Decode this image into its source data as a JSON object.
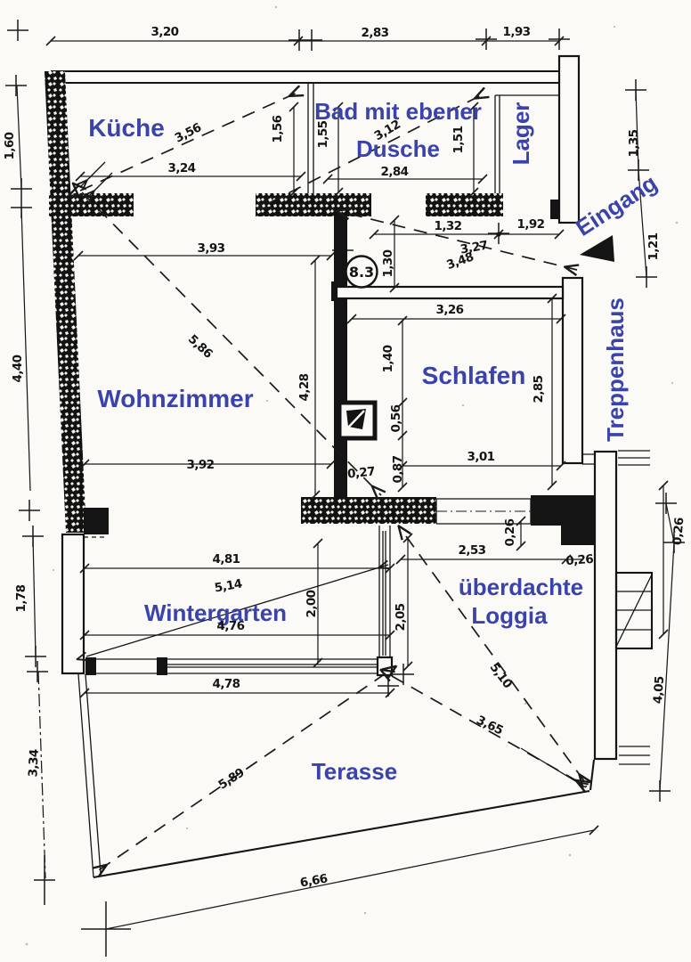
{
  "plan": {
    "photo_marker": "8.3",
    "colors": {
      "label_blue": "#3a43ab",
      "ink_black": "#141414",
      "paper": "#fbfaf7"
    },
    "rooms": {
      "kueche": "Küche",
      "bad_line1": "Bad mit ebener",
      "bad_line2": "Dusche",
      "lager": "Lager",
      "eingang": "Eingang",
      "wohnzimmer": "Wohnzimmer",
      "schlafen": "Schlafen",
      "treppenhaus": "Treppenhaus",
      "wintergarten": "Wintergarten",
      "loggia_line1": "überdachte",
      "loggia_line2": "Loggia",
      "terasse": "Terasse"
    },
    "dims": {
      "top_1": "3,20",
      "top_2": "2,83",
      "top_3": "1,93",
      "left_1": "1,60",
      "left_2": "4,40",
      "left_3": "1,78",
      "left_4": "3,34",
      "right_1": "1,35",
      "right_2": "1,21",
      "right_3": "0,26",
      "right_4": "4,05",
      "kueche_diag": "3,56",
      "kueche_w": "3,24",
      "bad_a": "1,56",
      "bad_b": "1,55",
      "bad_diag": "3,12",
      "bad_c": "1,51",
      "bad_w": "2,84",
      "hall_a": "1,32",
      "hall_b": "1,92",
      "hall_diag1": "3,27",
      "hall_diag2": "3,48",
      "hall_c": "1,30",
      "wohn_w1": "3,93",
      "wohn_diag": "5,86",
      "wohn_h": "4,28",
      "wohn_w2": "3,92",
      "schlaf_w1": "3,26",
      "schlaf_a": "1,40",
      "schlaf_h": "2,85",
      "schlaf_b": "0,56",
      "schlaf_c": "0,87",
      "schlaf_d": "0,27",
      "schlaf_w2": "3,01",
      "loggia_w": "2,53",
      "loggia_t1": "0,26",
      "loggia_t2": "0,26",
      "winter_w1": "4,81",
      "winter_diag": "5,14",
      "winter_h": "2,00",
      "winter_w2": "4,76",
      "winter_w3": "4,78",
      "loggia_h": "2,05",
      "loggia_diag1": "5,10",
      "loggia_diag2": "3,65",
      "terasse_diag": "5,89",
      "terasse_w": "6,66"
    }
  }
}
